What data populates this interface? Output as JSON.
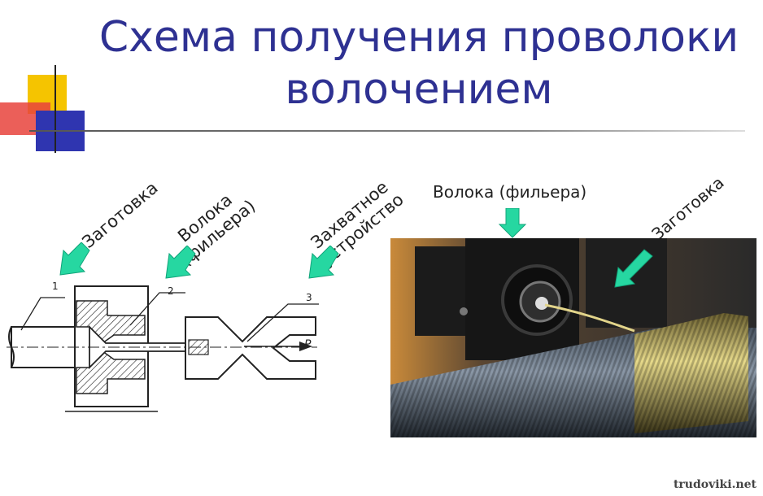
{
  "title": {
    "line1": "Схема получения проволоки",
    "line2": "волочением"
  },
  "diagram": {
    "label_blank": "Заготовка",
    "label_die_line1": "Волока",
    "label_die_line2": "(фильера)",
    "label_grip_line1": "Захватное",
    "label_grip_line2": "устройство",
    "part_numbers": [
      "1",
      "2",
      "3"
    ],
    "force_label": "P"
  },
  "photo": {
    "label_die": "Волока (фильера)",
    "label_blank": "Заготовка"
  },
  "watermark": "trudoviki.net",
  "colors": {
    "title": "#2e3192",
    "arrow": "#26d7a1",
    "deco_yellow": "#f5c400",
    "deco_red": "#e8433c",
    "deco_blue": "#2f35b0"
  }
}
